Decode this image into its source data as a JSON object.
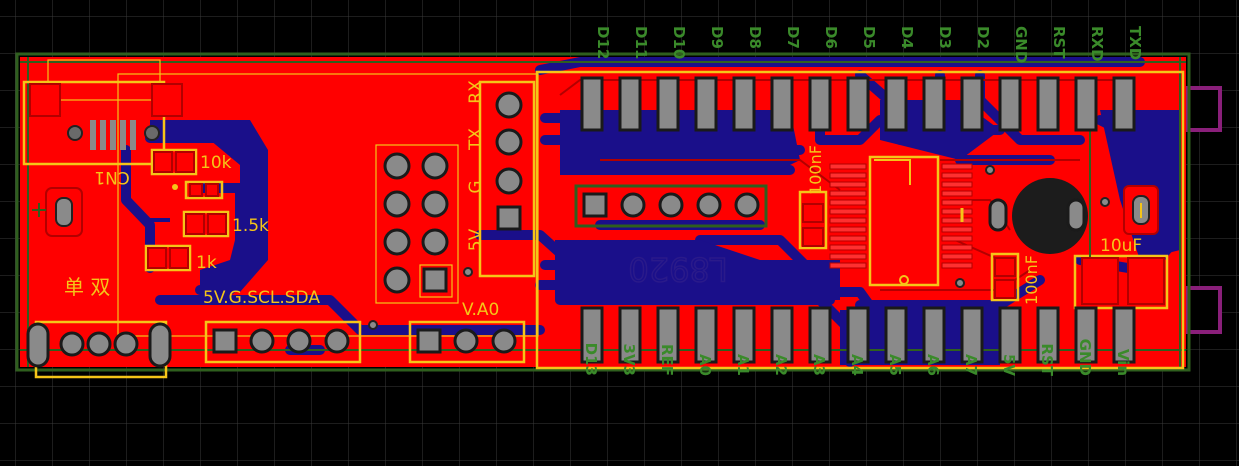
{
  "board": {
    "colors": {
      "background": "#000000",
      "grid": "#3a3a3a",
      "copper_top": "#ff0000",
      "copper_bottom": "#1a0f8a",
      "silkscreen": "#f5c518",
      "outline": "#2f5f1e",
      "pin_label": "#3a8a2a",
      "pad": "#8a8a8a",
      "usb_tab": "#8a1f7a"
    },
    "silkscreen": {
      "cn1": "CN1",
      "r10k": "10k",
      "r1_5k": "1.5k",
      "r1k": "1k",
      "switch_label": "单 双",
      "i2c_label": "5V.G.SCL.SDA",
      "analog_label": "V.A0",
      "serial_5v": "5V",
      "serial_g": "G",
      "serial_tx": "TX",
      "serial_rx": "RX",
      "cap_100nf_a": "100nF",
      "cap_100nf_b": "100nF",
      "cap_10uf": "10uF",
      "chip": "L8920"
    },
    "top_pins": [
      "D12",
      "D11",
      "D10",
      "D9",
      "D8",
      "D7",
      "D6",
      "D5",
      "D4",
      "D3",
      "D2",
      "GND",
      "RST",
      "RXD",
      "TXD"
    ],
    "bottom_pins": [
      "D13",
      "3V3",
      "REF",
      "A0",
      "A1",
      "A2",
      "A3",
      "A4",
      "A5",
      "A6",
      "A7",
      "5V",
      "RST",
      "GND",
      "Vin"
    ]
  }
}
